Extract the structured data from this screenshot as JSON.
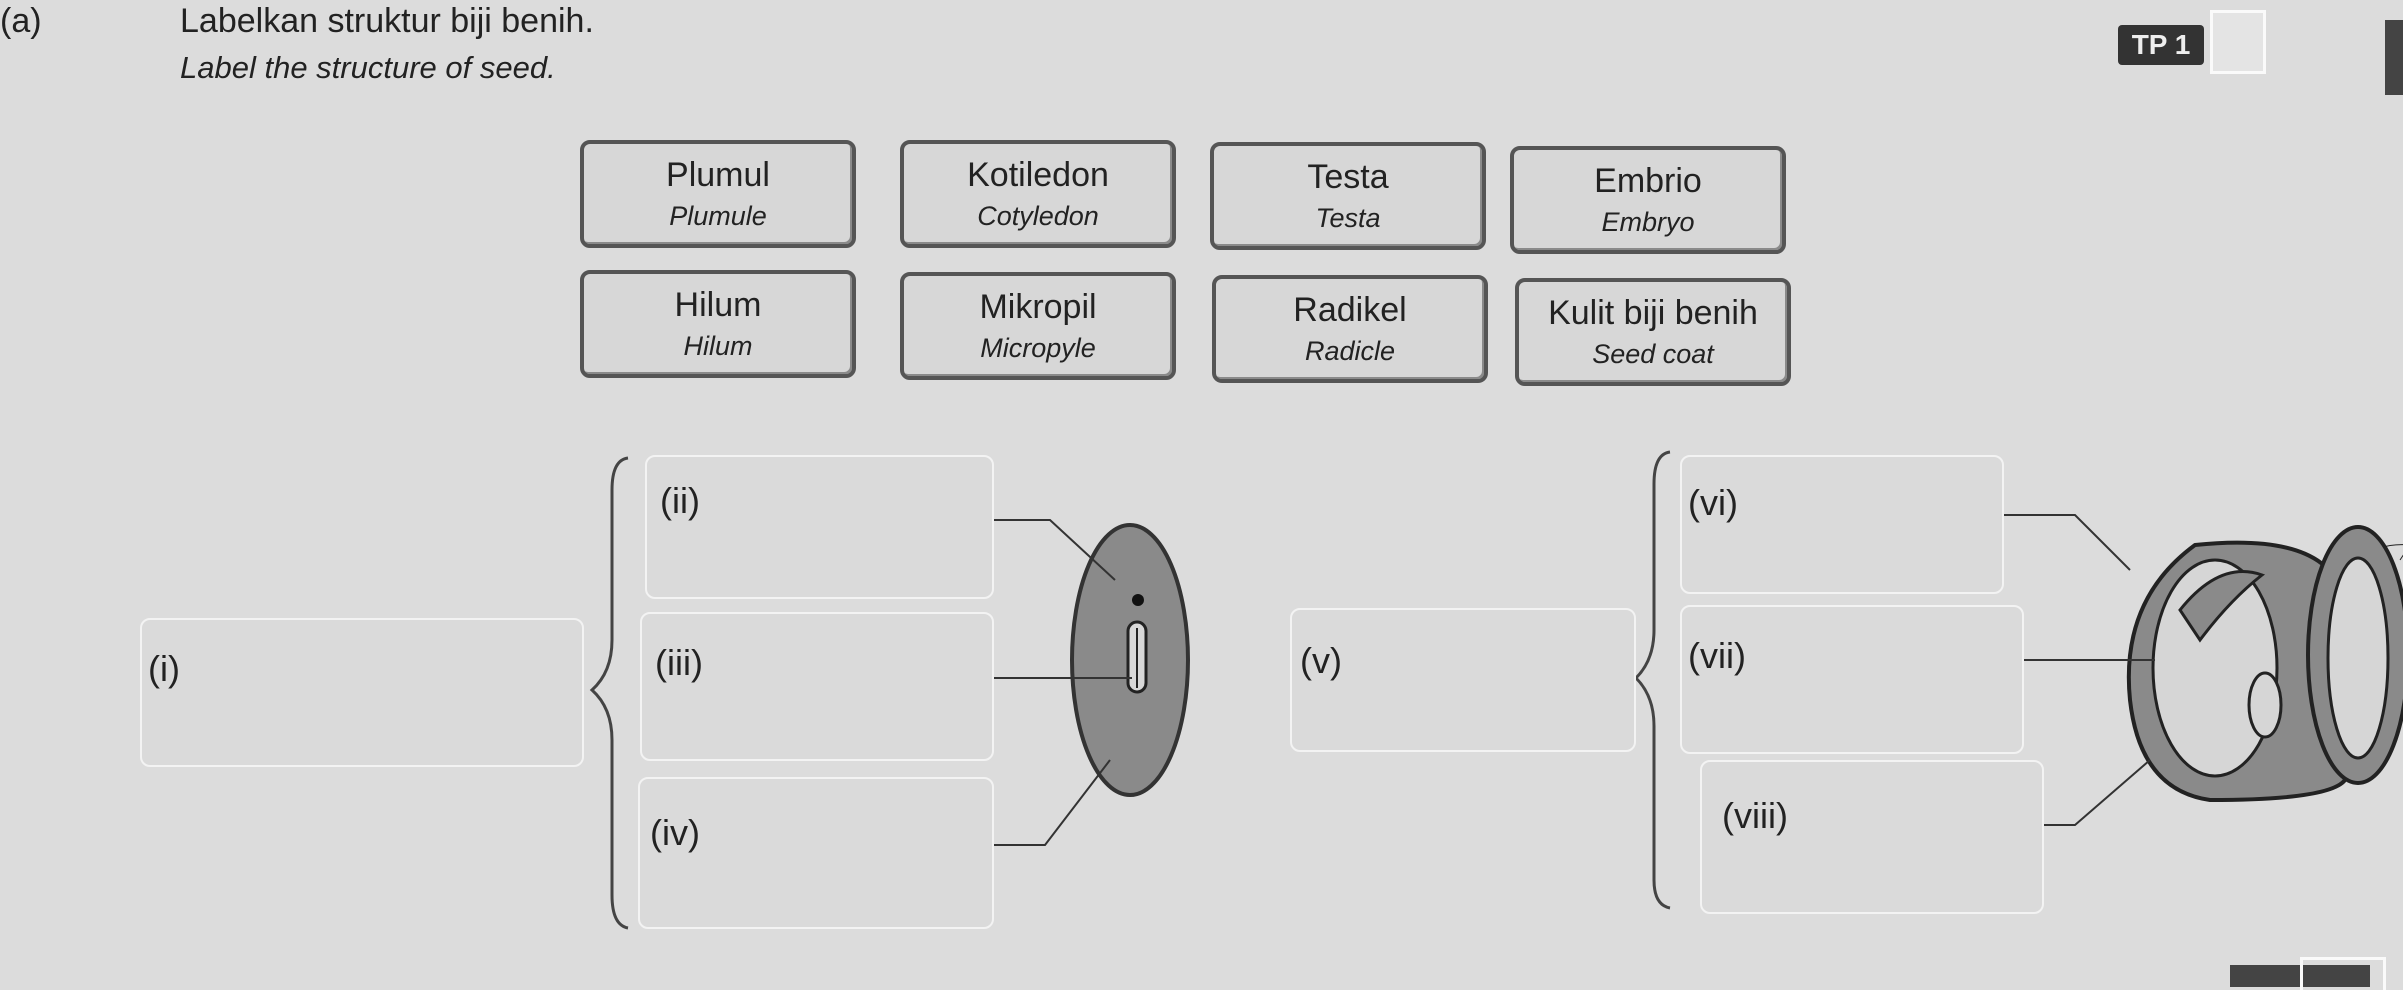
{
  "question": {
    "number": "(a)",
    "title": "Labelkan struktur biji benih.",
    "subtitle": "Label the structure of seed.",
    "tp_badge": "TP 1"
  },
  "word_bank": [
    {
      "ms": "Plumul",
      "en": "Plumule"
    },
    {
      "ms": "Kotiledon",
      "en": "Cotyledon"
    },
    {
      "ms": "Testa",
      "en": "Testa"
    },
    {
      "ms": "Embrio",
      "en": "Embryo"
    },
    {
      "ms": "Hilum",
      "en": "Hilum"
    },
    {
      "ms": "Mikropil",
      "en": "Micropyle"
    },
    {
      "ms": "Radikel",
      "en": "Radicle"
    },
    {
      "ms": "Kulit biji benih",
      "en": "Seed coat"
    }
  ],
  "labels": {
    "i": "(i)",
    "ii": "(ii)",
    "iii": "(iii)",
    "iv": "(iv)",
    "v": "(v)",
    "vi": "(vi)",
    "vii": "(vii)",
    "viii": "(viii)"
  },
  "answers": {
    "i": "",
    "ii": "",
    "iii": "",
    "iv": "",
    "v": "",
    "vi": "",
    "vii": "",
    "viii": ""
  },
  "colors": {
    "paper": "#dcdcdc",
    "box_border": "#555555",
    "seed_fill": "#8a8a8a"
  }
}
